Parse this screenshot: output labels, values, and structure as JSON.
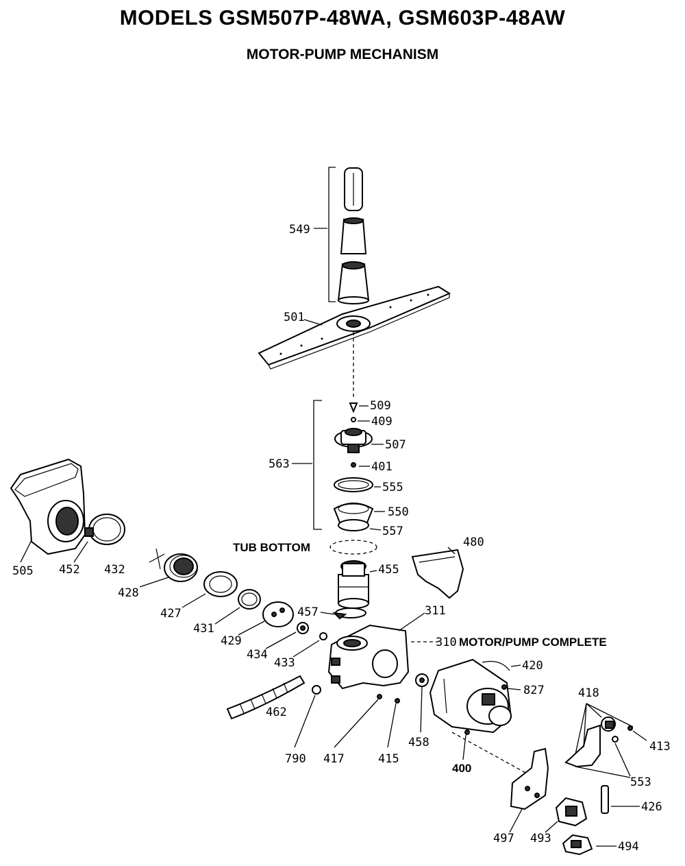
{
  "header": {
    "title": "MODELS GSM507P-48WA, GSM603P-48AW",
    "subtitle": "MOTOR-PUMP MECHANISM"
  },
  "annotations": {
    "tub_bottom": "TUB BOTTOM",
    "motor_pump_complete": "MOTOR/PUMP COMPLETE"
  },
  "parts": {
    "p549": "549",
    "p501": "501",
    "p509": "509",
    "p409": "409",
    "p507": "507",
    "p563": "563",
    "p401": "401",
    "p555": "555",
    "p550": "550",
    "p557": "557",
    "p480": "480",
    "p455": "455",
    "p505": "505",
    "p452": "452",
    "p432": "432",
    "p428": "428",
    "p427": "427",
    "p431": "431",
    "p429": "429",
    "p434": "434",
    "p433": "433",
    "p457": "457",
    "p311": "311",
    "p310": "310",
    "p420": "420",
    "p827": "827",
    "p462": "462",
    "p790": "790",
    "p417": "417",
    "p415": "415",
    "p458": "458",
    "p400": "400",
    "p418": "418",
    "p413": "413",
    "p553": "553",
    "p426": "426",
    "p497": "497",
    "p493": "493",
    "p494": "494"
  }
}
